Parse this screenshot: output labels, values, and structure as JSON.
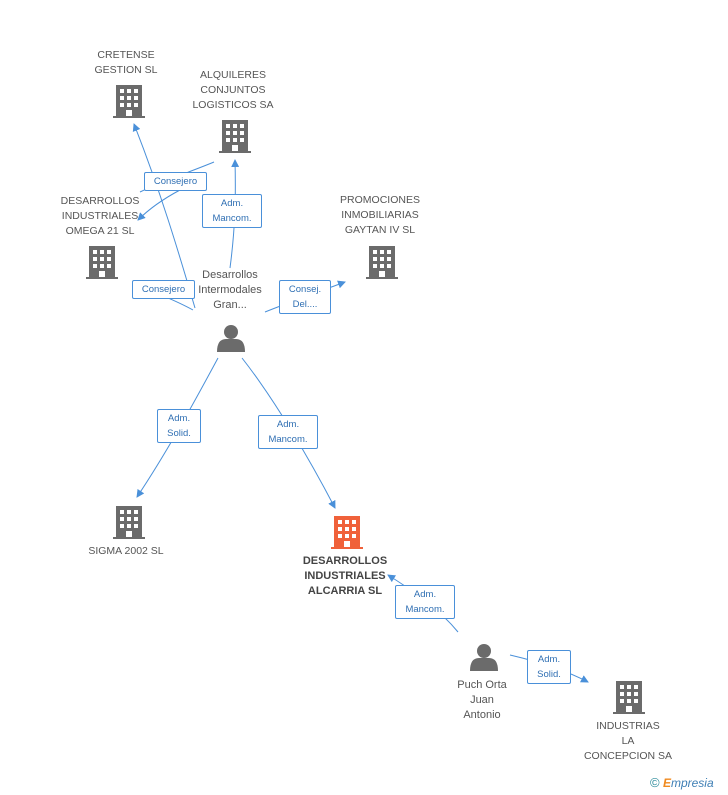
{
  "companies": {
    "cretense": "CRETENSE\nGESTION SL",
    "alquileres": "ALQUILERES\nCONJUNTOS\nLOGISTICOS SA",
    "omega": "DESARROLLOS\nINDUSTRIALES\nOMEGA 21 SL",
    "gaytan": "PROMOCIONES\nINMOBILIARIAS\nGAYTAN IV SL",
    "sigma": "SIGMA 2002 SL",
    "alcarria": "DESARROLLOS\nINDUSTRIALES\nALCARRIA SL",
    "concepcion": "INDUSTRIAS\nLA\nCONCEPCION SA"
  },
  "persons": {
    "desarrollos": "Desarrollos\nIntermodales\nGran...",
    "puch": "Puch Orta\nJuan\nAntonio"
  },
  "edges": {
    "consejero_top": "Consejero",
    "adm_mancom_alq": "Adm.\nMancom.",
    "consejero_left": "Consejero",
    "consej_del": "Consej.\nDel....",
    "adm_solid_sigma": "Adm.\nSolid.",
    "adm_mancom_alc": "Adm.\nMancom.",
    "adm_mancom_puch": "Adm.\nMancom.",
    "adm_solid_conc": "Adm.\nSolid."
  },
  "colors": {
    "edge": "#4a90d9",
    "building": "#6b6b6b",
    "focus_building": "#f0613a",
    "person": "#6b6b6b"
  },
  "icons": {
    "company": "building-icon",
    "person": "person-icon"
  },
  "footer": {
    "copyright": "©",
    "brand_first": "E",
    "brand_rest": "mpresia"
  }
}
